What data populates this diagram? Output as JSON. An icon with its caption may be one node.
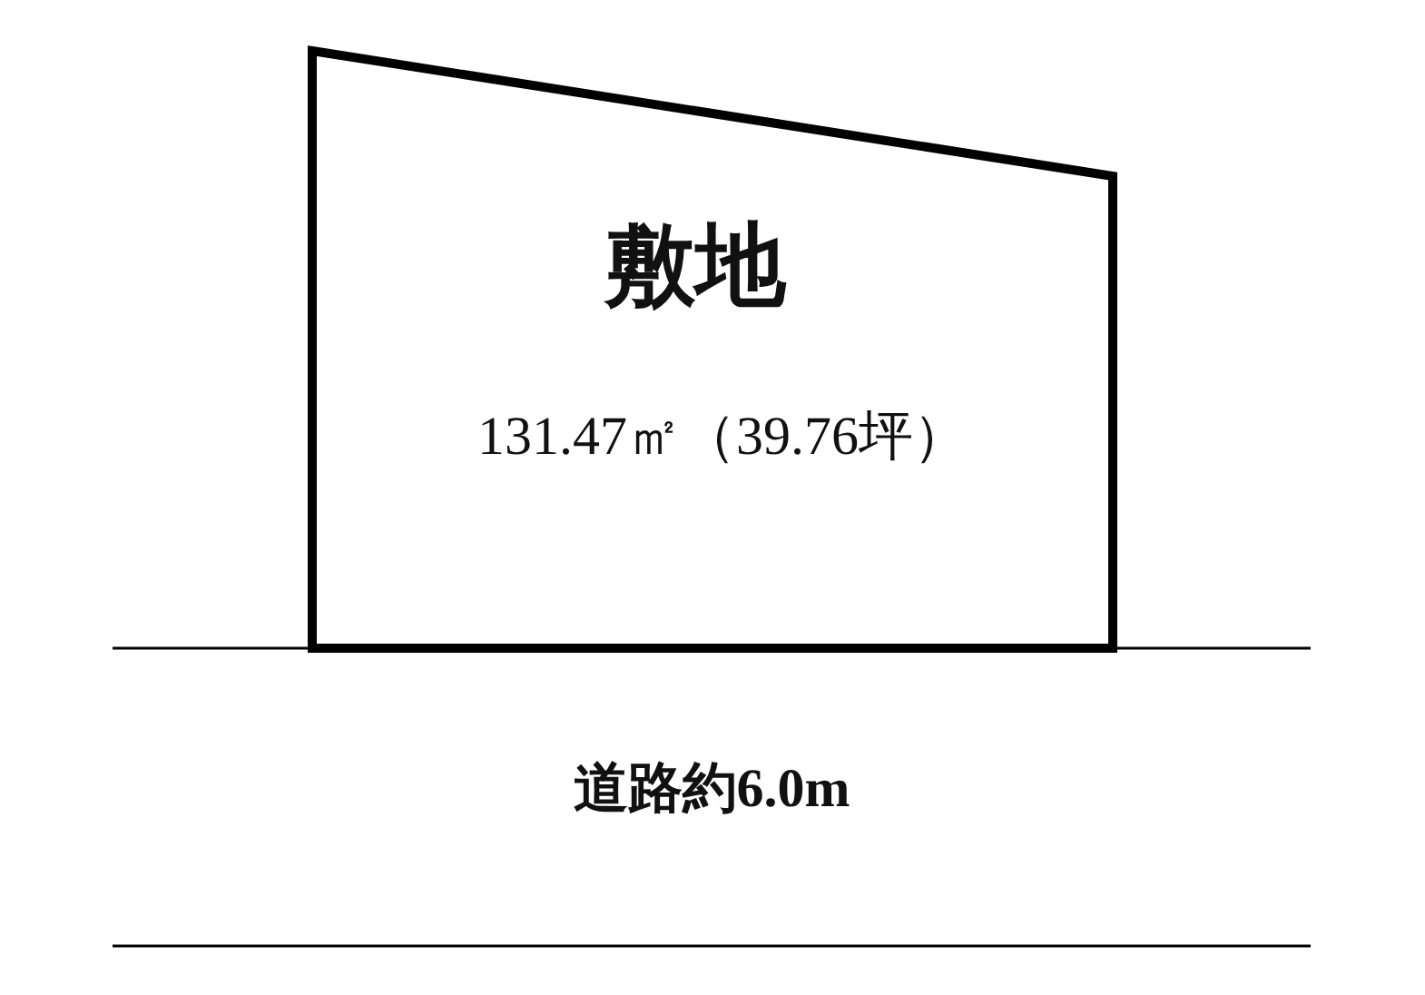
{
  "diagram": {
    "nodes": [
      {
        "text": [
          "敷地",
          "131.47㎡（39.76坪）"
        ]
      },
      {
        "text": [
          "道路約6.0m"
        ]
      }
    ]
  }
}
